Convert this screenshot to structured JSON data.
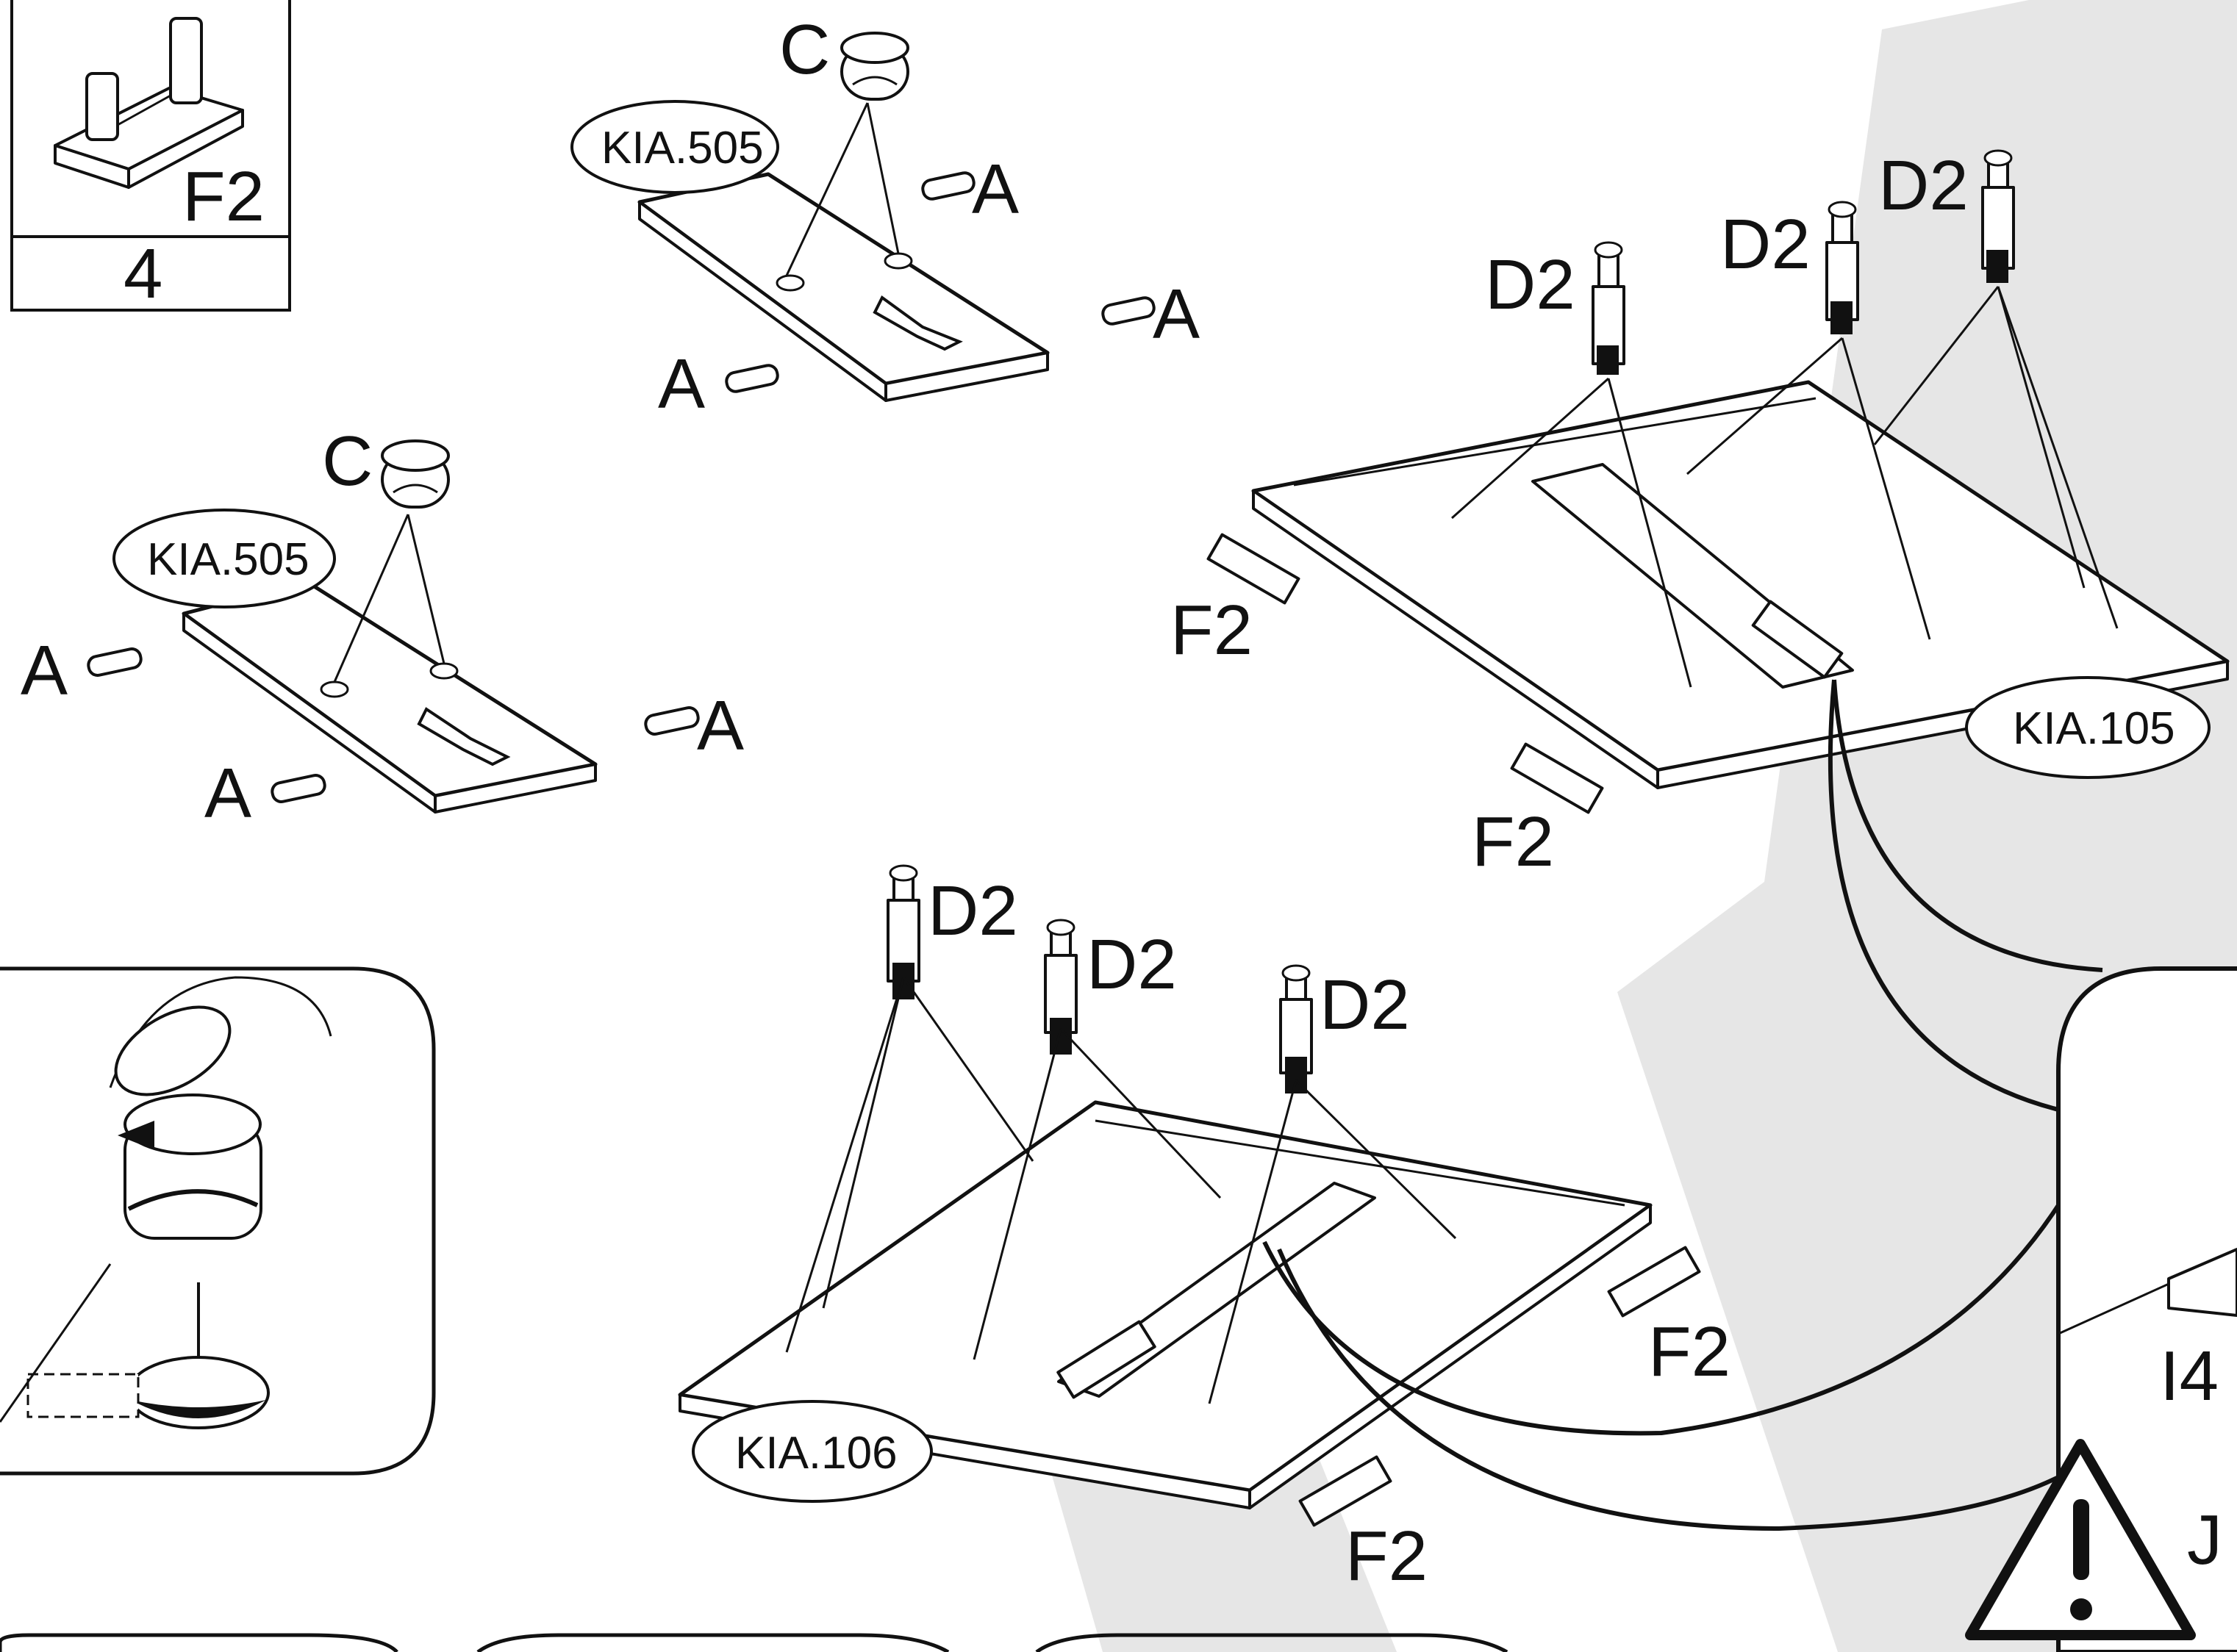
{
  "parts_box": {
    "part_code": "F2",
    "quantity": "4"
  },
  "panels": {
    "shelf_top": {
      "label": "KIA.505",
      "cam": "C",
      "dowels": [
        "A",
        "A",
        "A"
      ]
    },
    "shelf_left": {
      "label": "KIA.505",
      "cam": "C",
      "dowels": [
        "A",
        "A",
        "A"
      ]
    },
    "side_right": {
      "label": "KIA.105",
      "bolts": [
        "D2",
        "D2",
        "D2"
      ],
      "feet": [
        "F2",
        "F2"
      ]
    },
    "side_bottom": {
      "label": "KIA.106",
      "bolts": [
        "D2",
        "D2",
        "D2"
      ],
      "feet": [
        "F2",
        "F2"
      ]
    }
  },
  "detail_callout": {
    "part_label": "I4",
    "warning_label": "J"
  },
  "icons": [
    "warning-icon",
    "finger-press-icon",
    "cam-lock-icon"
  ],
  "colors": {
    "line": "#111111",
    "watermark": "#e6e6e6",
    "background": "#ffffff"
  }
}
